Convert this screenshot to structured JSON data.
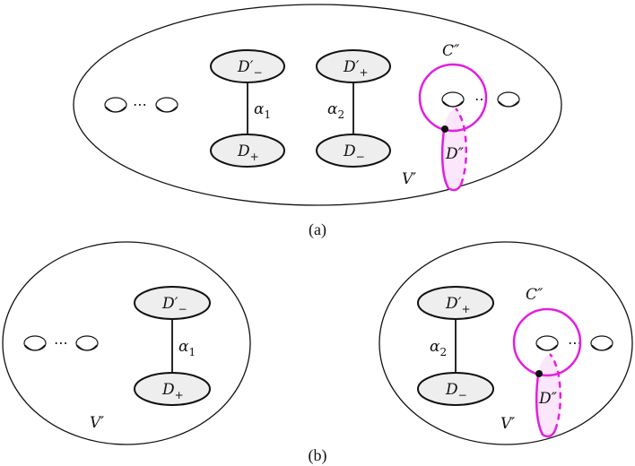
{
  "captions": {
    "a": "(a)",
    "b": "(b)"
  },
  "labels": {
    "d_minus_prime": "D′",
    "d_plus_prime": "D′",
    "d_plus": "D",
    "d_minus": "D",
    "sub_minus": "−",
    "sub_plus": "+",
    "alpha": "α",
    "alpha_1_sub": "1",
    "alpha_2_sub": "2",
    "c_double_prime": "C″",
    "d_double_prime": "D″",
    "v_prime": "V′"
  },
  "dots": "⋯",
  "colors": {
    "outline": "#111111",
    "disk_fill": "#eeeeee",
    "magenta": "#e020e0",
    "magenta_fill": "#fbe6fb"
  }
}
